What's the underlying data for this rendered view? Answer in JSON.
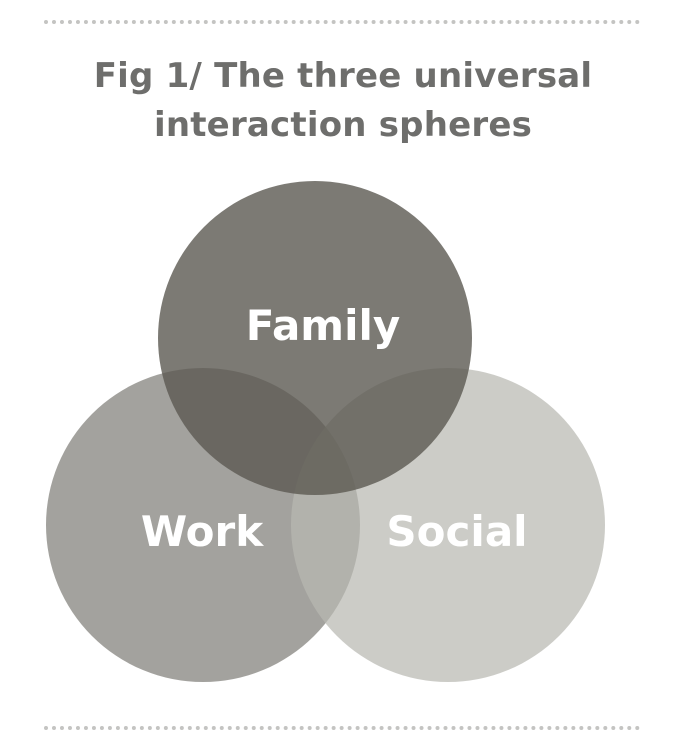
{
  "figure": {
    "title_line1": "Fig 1/ The three universal",
    "title_line2": "interaction spheres"
  },
  "venn": {
    "sets": [
      {
        "id": "family",
        "label": "Family",
        "color": "#6f6d66"
      },
      {
        "id": "work",
        "label": "Work",
        "color": "#8f8e89"
      },
      {
        "id": "social",
        "label": "Social",
        "color": "#b9b8b2"
      }
    ]
  },
  "colors": {
    "title": "#6e6e6c",
    "rule": "#c4c4c2",
    "label": "#ffffff"
  }
}
